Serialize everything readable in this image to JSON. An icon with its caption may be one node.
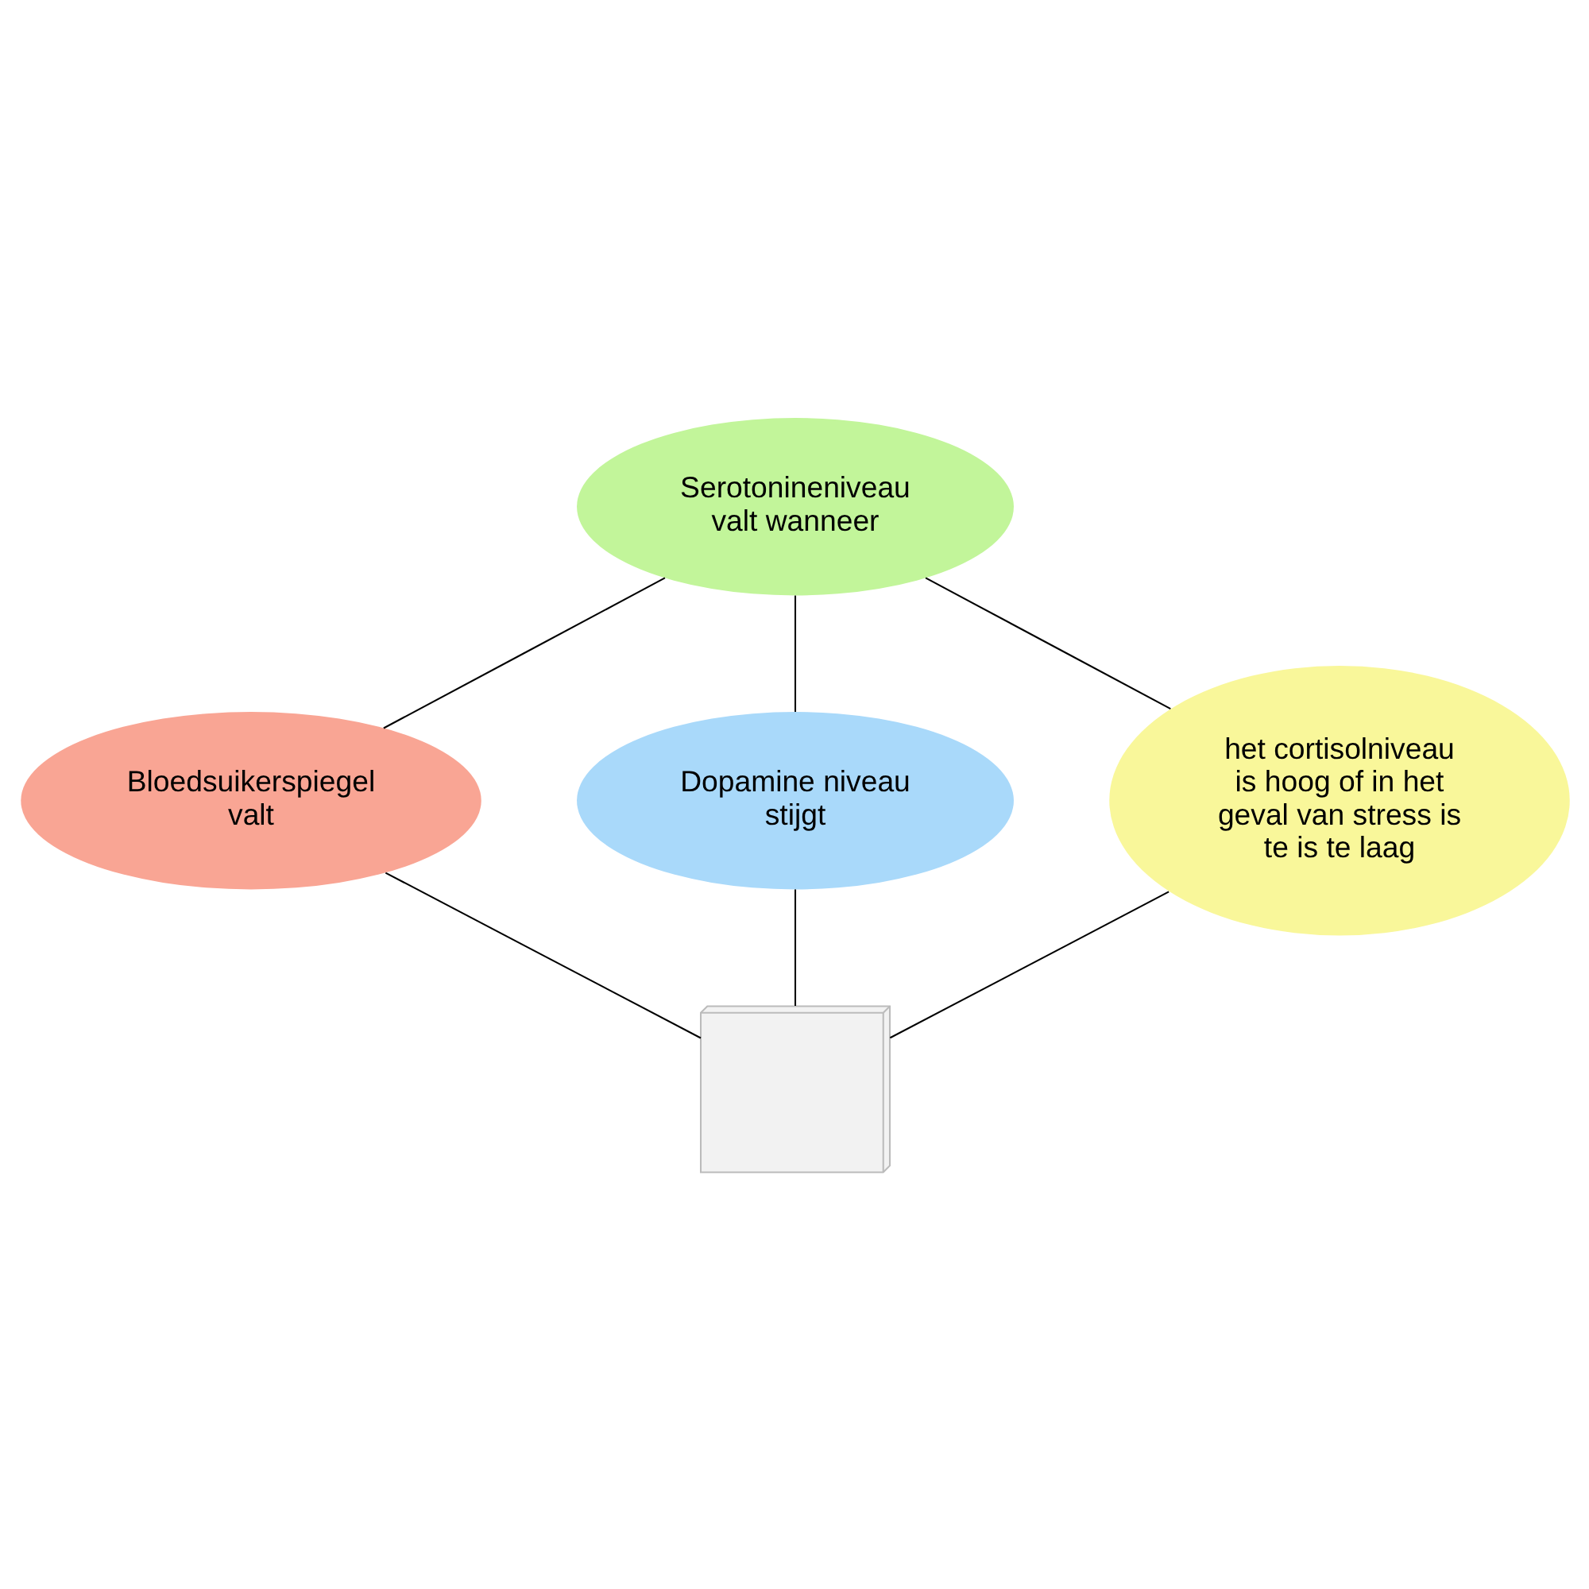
{
  "diagram": {
    "nodes": [
      {
        "text": [
          "Serotonineniveau valt wanneer"
        ]
      },
      {
        "text": [
          "Bloedsuikerspiegel valt"
        ]
      },
      {
        "text": [
          "Dopamine niveau stijgt"
        ]
      },
      {
        "text": [
          "het cortisolniveau is hoog of in het geval van stress is te is te laag"
        ]
      },
      {
        "text": [],
        "shape": "picture"
      }
    ],
    "edges": [
      {
        "from": 0,
        "to": 1,
        "arrow": "none"
      },
      {
        "from": 0,
        "to": 2,
        "arrow": "none"
      },
      {
        "from": 0,
        "to": 3,
        "arrow": "none"
      },
      {
        "from": 1,
        "to": 4,
        "arrow": "none"
      },
      {
        "from": 3,
        "to": 4,
        "arrow": "none"
      },
      {
        "from": 2,
        "to": 4,
        "arrow": "none"
      }
    ]
  }
}
